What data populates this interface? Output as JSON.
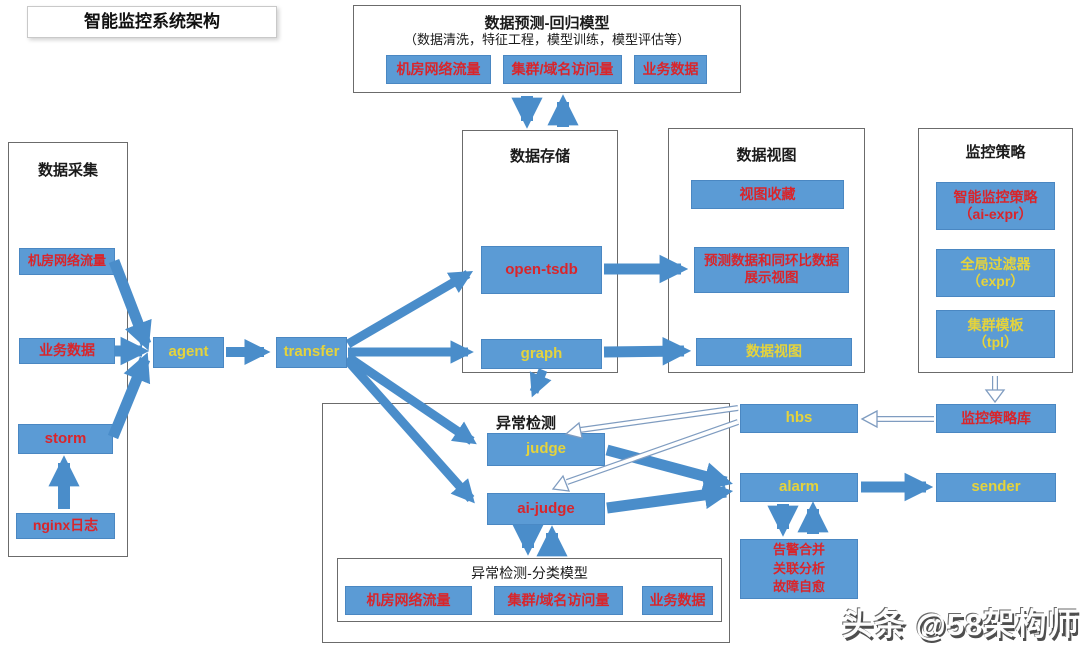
{
  "title": "智能监控系统架构",
  "watermark": "头条 @58架构师",
  "colors": {
    "node_blue": "#5b9bd5",
    "arrow_blue": "#4a8dca",
    "text_red": "#d9252b",
    "text_yellow": "#e5d33c"
  },
  "prediction": {
    "title": "数据预测-回归模型",
    "subtitle": "（数据清洗，特征工程，模型训练，模型评估等）",
    "nodes": [
      "机房网络流量",
      "集群/域名访问量",
      "业务数据"
    ]
  },
  "collection": {
    "title": "数据采集",
    "nodes": [
      "机房网络流量",
      "业务数据",
      "storm",
      "nginx日志"
    ]
  },
  "pipeline": {
    "agent": "agent",
    "transfer": "transfer"
  },
  "storage": {
    "title": "数据存储",
    "nodes": [
      "open-tsdb",
      "graph"
    ]
  },
  "views": {
    "title": "数据视图",
    "node1": "视图收藏",
    "node2_line1": "预测数据和同环比数据",
    "node2_line2": "展示视图",
    "node3": "数据视图"
  },
  "strategy": {
    "title": "监控策略",
    "node1_line1": "智能监控策略",
    "node1_line2": "（ai-expr）",
    "node2_line1": "全局过滤器",
    "node2_line2": "（expr）",
    "node3_line1": "集群模板",
    "node3_line2": "（tpl）",
    "library": "监控策略库"
  },
  "anomaly": {
    "title": "异常检测",
    "judge": "judge",
    "ai_judge": "ai-judge",
    "model": {
      "title": "异常检测-分类模型",
      "nodes": [
        "机房网络流量",
        "集群/域名访问量",
        "业务数据"
      ]
    }
  },
  "alerting": {
    "hbs": "hbs",
    "alarm": "alarm",
    "sender": "sender",
    "merge_line1": "告警合并",
    "merge_line2": "关联分析",
    "merge_line3": "故障自愈"
  }
}
